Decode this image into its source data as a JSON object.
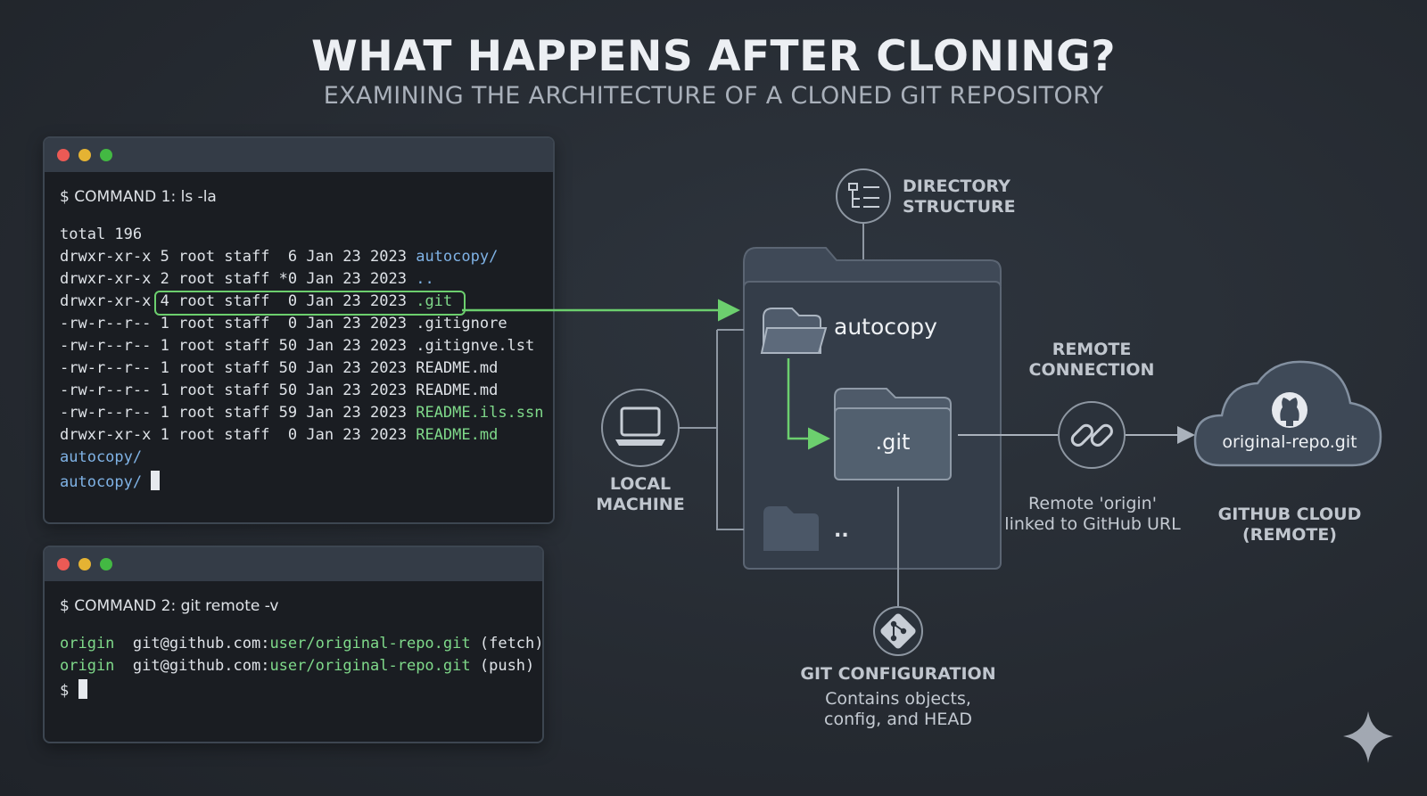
{
  "header": {
    "title": "WHAT HAPPENS AFTER CLONING?",
    "subtitle": "EXAMINING THE ARCHITECTURE OF A CLONED GIT REPOSITORY"
  },
  "terminal1": {
    "command": "$ COMMAND 1: ls -la",
    "total": "total 196",
    "rows": [
      {
        "perm": "drwxr-xr-x",
        "info": "5 root staff  6 Jan 23 2023",
        "name": "autocopy/"
      },
      {
        "perm": "drwxr-xr-x",
        "info": "2 root staff *0 Jan 23 2023",
        "name": ".."
      },
      {
        "perm": "drwxr-xr-x",
        "info": "4 root staff  0 Jan 23 2023",
        "name": ".git"
      },
      {
        "perm": "-rw-r--r--",
        "info": "1 root staff  0 Jan 23 2023",
        "name": ".gitignore"
      },
      {
        "perm": "-rw-r--r--",
        "info": "1 root staff 50 Jan 23 2023",
        "name": ".gitignve.lst"
      },
      {
        "perm": "-rw-r--r--",
        "info": "1 root staff 50 Jan 23 2023",
        "name": "README.md"
      },
      {
        "perm": "-rw-r--r--",
        "info": "1 root staff 50 Jan 23 2023",
        "name": "README.md"
      },
      {
        "perm": "-rw-r--r--",
        "info": "1 root staff 59 Jan 23 2023",
        "name": "README.ils.ssn"
      },
      {
        "perm": "drwxr-xr-x",
        "info": "1 root staff  0 Jan 23 2023",
        "name": "README.md"
      }
    ],
    "trailing": [
      "autocopy/",
      "autocopy/"
    ]
  },
  "terminal2": {
    "command": "$ COMMAND 2: git remote -v",
    "rows": [
      {
        "remote": "origin",
        "host": "git@github.com:",
        "path": "user/original-repo.git",
        "mode": "(fetch)"
      },
      {
        "remote": "origin",
        "host": "git@github.com:",
        "path": "user/original-repo.git",
        "mode": "(push)"
      }
    ],
    "prompt": "$"
  },
  "diagram": {
    "directory_label_1": "DIRECTORY",
    "directory_label_2": "STRUCTURE",
    "folder_autocopy": "autocopy",
    "folder_git": ".git",
    "folder_parent": "..",
    "local_label_1": "LOCAL",
    "local_label_2": "MACHINE",
    "remote_label_1": "REMOTE",
    "remote_label_2": "CONNECTION",
    "remote_desc_1": "Remote 'origin'",
    "remote_desc_2": "linked to GitHub URL",
    "cloud_repo": "original-repo.git",
    "cloud_label_1": "GITHUB CLOUD",
    "cloud_label_2": "(REMOTE)",
    "gitconfig_label": "GIT CONFIGURATION",
    "gitconfig_desc_1": "Contains objects,",
    "gitconfig_desc_2": "config, and HEAD"
  },
  "colors": {
    "accent_green": "#6ccf6e",
    "link_blue": "#7fb2e5",
    "panel": "#3a4350"
  }
}
